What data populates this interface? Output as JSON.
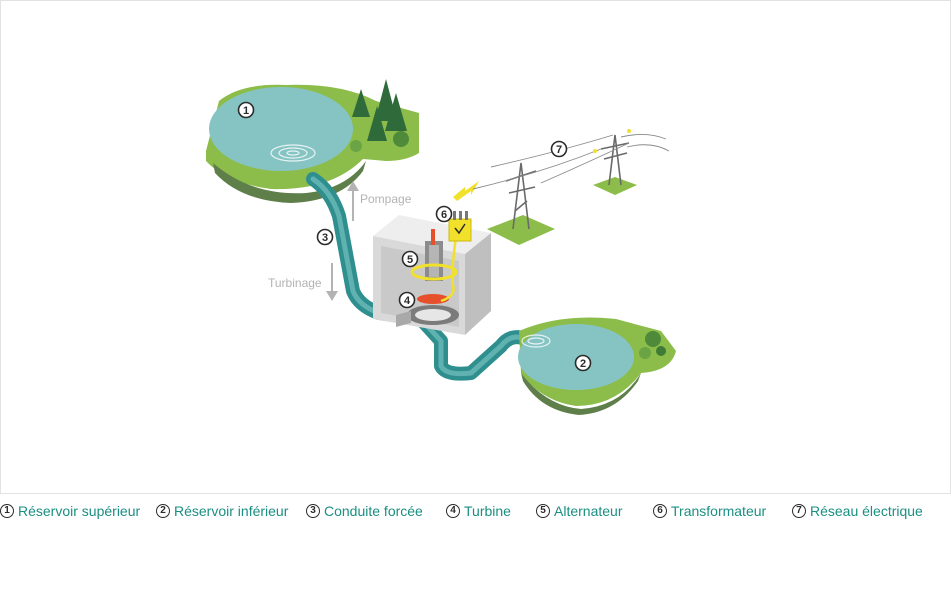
{
  "diagram": {
    "markers": {
      "m1": "1",
      "m2": "2",
      "m3": "3",
      "m4": "4",
      "m5": "5",
      "m6": "6",
      "m7": "7"
    },
    "flow_labels": {
      "pumping": "Pompage",
      "turbining": "Turbinage"
    }
  },
  "legend": [
    {
      "num": "1",
      "label": "Réservoir supérieur"
    },
    {
      "num": "2",
      "label": "Réservoir inférieur"
    },
    {
      "num": "3",
      "label": "Conduite forcée"
    },
    {
      "num": "4",
      "label": "Turbine"
    },
    {
      "num": "5",
      "label": "Alternateur"
    },
    {
      "num": "6",
      "label": "Transformateur"
    },
    {
      "num": "7",
      "label": "Réseau électrique"
    }
  ],
  "colors": {
    "water": "#86c4c4",
    "grass": "#8cbd4a",
    "pipe": "#2f8f8f",
    "legend_text": "#1a8f83",
    "building": "#d9d9d9",
    "accent": "#f2e12a"
  }
}
